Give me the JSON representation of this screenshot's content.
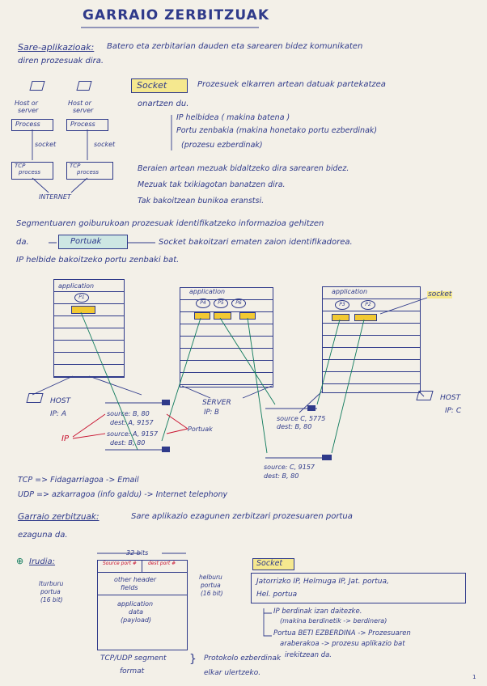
{
  "title": "GARRAIO ZERBITZUAK",
  "sare_aplikazioak": {
    "label": "Sare-aplikazioak:",
    "line1": "Batero eta zerbitarian dauden eta sarearen bidez komunikaten",
    "line2": "diren prozesuak dira."
  },
  "hosts": {
    "left": {
      "title": "Host or",
      "title2": "server",
      "process": "Process",
      "socket": "socket",
      "tcp": "TCP",
      "tcp2": "process"
    },
    "right": {
      "title": "Host or",
      "title2": "server",
      "process": "Process",
      "socket": "socket",
      "tcp": "TCP",
      "tcp2": "process"
    },
    "internet": "INTERNET"
  },
  "socket_def": {
    "label": "Socket",
    "line1": "Prozesuek elkarren artean datuak partekatzea",
    "line2": "onartzen du.",
    "bullet1": "IP helbidea ( makina batena )",
    "bullet2": "Portu zenbakia (makina honetako portu ezberdinak)",
    "bullet2b": "(prozesu ezberdinak)"
  },
  "notes": [
    "Beraien artean mezuak bidaltzeko dira sarearen bidez.",
    "Mezuak tak txikiagotan banatzen dira.",
    "Tak bakoitzean bunikoa eranstsi."
  ],
  "segment": {
    "line1": "Segmentuaren goiburukoan prozesuak identifikatzeko informazioa gehitzen",
    "line2": "da.",
    "portuak": "Portuak",
    "line2b": "Socket bakoitzari ematen zaion identifikadorea.",
    "line3": "IP helbide bakoitzeko portu zenbaki bat."
  },
  "diagram": {
    "app": "application",
    "socket_label": "socket",
    "p1": "P1",
    "p2": "P2",
    "p3": "P3",
    "p4": "P4",
    "p5": "P5",
    "p6": "P6",
    "host_a": "HOST",
    "host_a2": "IP: A",
    "server": "SERVER",
    "server2": "IP: B",
    "host_c": "HOST",
    "host_c2": "IP: C",
    "src1": "source: B, 80",
    "dst1": "dest: A, 9157",
    "src2": "source: A, 9157",
    "dst2": "dest: B, 80",
    "portuak": "Portuak",
    "ip": "IP",
    "src3": "source C, 5775",
    "dst3": "dest: B, 80",
    "src4": "source: C, 9157",
    "dst4": "dest: B, 80"
  },
  "tcp_udp": {
    "tcp": "TCP => Fidagarriagoa -> Email",
    "udp": "UDP => azkarragoa (info galdu) -> Internet telephony"
  },
  "garraio": {
    "label": "Garraio zerbitzuak:",
    "line1": "Sare aplikazio ezagunen zerbitzari prozesuaren portua",
    "line2": "ezaguna da."
  },
  "irudia": {
    "label": "Irudia:",
    "bits": "32 bits",
    "src_port": "Source port #",
    "dst_port": "dest port #",
    "header": "other header",
    "header2": "fields",
    "app": "application",
    "app2": "data",
    "app3": "(payload)",
    "left1": "Iturburu",
    "left2": "portua",
    "left3": "(16 bit)",
    "right1": "helburu",
    "right2": "portua",
    "right3": "(16 bit)",
    "format1": "TCP/UDP segment",
    "format2": "format",
    "note1": "Protokolo ezberdinak",
    "note2": "elkar ulertzeko."
  },
  "socket2": {
    "label": "Socket",
    "box1": "Jatorrizko IP, Helmuga IP, Jat. portua,",
    "box2": "Hel. portua",
    "arrow1": "IP berdinak izan daitezke.",
    "arrow1b": "(makina berdinetik -> berdinera)",
    "arrow2": "Portua BETI EZBERDINA -> Prozesuaren",
    "arrow2b": "araberakoa -> prozesu aplikazio bat",
    "arrow2c": "irekitzean da."
  },
  "page_number": "1"
}
